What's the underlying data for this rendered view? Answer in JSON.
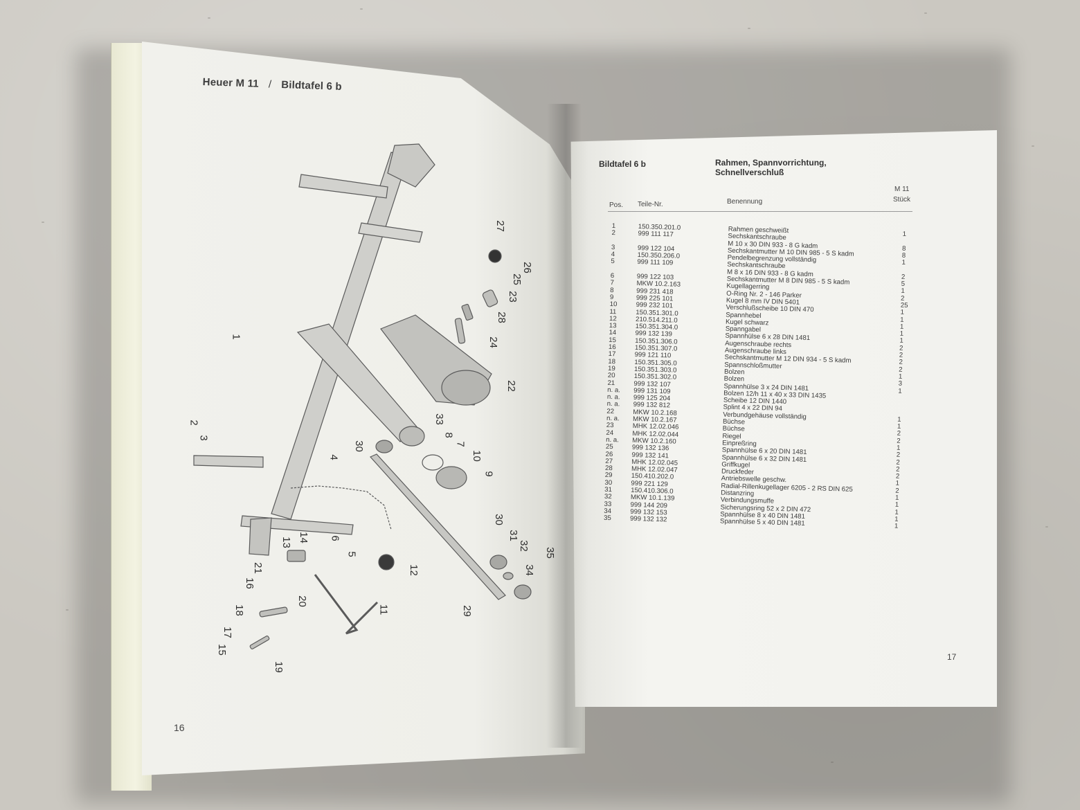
{
  "left_page": {
    "header_model": "Heuer M 11",
    "header_separator": "/",
    "header_plate": "Bildtafel 6 b",
    "page_number": "16",
    "callouts": [
      "1",
      "2",
      "3",
      "4",
      "5",
      "6",
      "7",
      "8",
      "9",
      "10",
      "11",
      "12",
      "13",
      "14",
      "15",
      "16",
      "17",
      "18",
      "19",
      "20",
      "21",
      "22",
      "23",
      "24",
      "25",
      "26",
      "27",
      "28",
      "29",
      "30",
      "30",
      "31",
      "32",
      "33",
      "34",
      "35"
    ]
  },
  "right_page": {
    "plate_label": "Bildtafel 6 b",
    "title_line1": "Rahmen, Spannvorrichtung,",
    "title_line2": "Schnellverschluß",
    "columns": {
      "pos": "Pos.",
      "part_no": "Teile-Nr.",
      "name": "Benennung",
      "model": "M 11",
      "qty": "Stück"
    },
    "page_number": "17",
    "parts": [
      {
        "pos": "1",
        "nr": "150.350.201.0",
        "name": "Rahmen geschweißt",
        "qty": "1"
      },
      {
        "pos": "2",
        "nr": "999 111 117",
        "name": "Sechskantschraube",
        "qty": ""
      },
      {
        "pos": "",
        "nr": "",
        "name": "M 10 x 30 DIN 933 - 8 G kadm",
        "qty": "8"
      },
      {
        "pos": "3",
        "nr": "999 122 104",
        "name": "Sechskantmutter M 10 DIN 985 - 5 S kadm",
        "qty": "8"
      },
      {
        "pos": "4",
        "nr": "150.350.206.0",
        "name": "Pendelbegrenzung vollständig",
        "qty": "1"
      },
      {
        "pos": "5",
        "nr": "999 111 109",
        "name": "Sechskantschraube",
        "qty": ""
      },
      {
        "pos": "",
        "nr": "",
        "name": "M 8 x 16 DIN 933 - 8 G kadm",
        "qty": "2"
      },
      {
        "pos": "6",
        "nr": "999 122 103",
        "name": "Sechskantmutter M 8 DIN 985 - 5 S kadm",
        "qty": "5"
      },
      {
        "pos": "7",
        "nr": "MKW 10.2.163",
        "name": "Kugellagerring",
        "qty": "1"
      },
      {
        "pos": "8",
        "nr": "999 231 418",
        "name": "O-Ring Nr. 2 - 146 Parker",
        "qty": "2"
      },
      {
        "pos": "9",
        "nr": "999 225 101",
        "name": "Kugel 8 mm IV DIN 5401",
        "qty": "25"
      },
      {
        "pos": "10",
        "nr": "999 232 101",
        "name": "Verschlußscheibe 10 DIN 470",
        "qty": "1"
      },
      {
        "pos": "11",
        "nr": "150.351.301.0",
        "name": "Spannhebel",
        "qty": "1"
      },
      {
        "pos": "12",
        "nr": "210.514.211.0",
        "name": "Kugel schwarz",
        "qty": "1"
      },
      {
        "pos": "13",
        "nr": "150.351.304.0",
        "name": "Spanngabel",
        "qty": "1"
      },
      {
        "pos": "14",
        "nr": "999 132 139",
        "name": "Spannhülse 6 x 28 DIN 1481",
        "qty": "1"
      },
      {
        "pos": "15",
        "nr": "150.351.306.0",
        "name": "Augenschraube rechts",
        "qty": "2"
      },
      {
        "pos": "16",
        "nr": "150.351.307.0",
        "name": "Augenschraube links",
        "qty": "2"
      },
      {
        "pos": "17",
        "nr": "999 121 110",
        "name": "Sechskantmutter M 12 DIN 934 - 5 S kadm",
        "qty": "2"
      },
      {
        "pos": "18",
        "nr": "150.351.305.0",
        "name": "Spannschloßmutter",
        "qty": "2"
      },
      {
        "pos": "19",
        "nr": "150.351.303.0",
        "name": "Bolzen",
        "qty": "1"
      },
      {
        "pos": "20",
        "nr": "150.351.302.0",
        "name": "Bolzen",
        "qty": "3"
      },
      {
        "pos": "21",
        "nr": "999 132 107",
        "name": "Spannhülse 3 x 24 DIN 1481",
        "qty": "1"
      },
      {
        "pos": "n. a.",
        "nr": "999 131 109",
        "name": "Bolzen 12/h 11 x 40 x 33 DIN 1435",
        "qty": ""
      },
      {
        "pos": "n. a.",
        "nr": "999 125 204",
        "name": "Scheibe 12 DIN 1440",
        "qty": ""
      },
      {
        "pos": "n. a.",
        "nr": "999 132 812",
        "name": "Splint 4 x 22 DIN 94",
        "qty": ""
      },
      {
        "pos": "22",
        "nr": "MKW 10.2.168",
        "name": "Verbundgehäuse vollständig",
        "qty": "1"
      },
      {
        "pos": "n. a.",
        "nr": "MKW 10.2.167",
        "name": "Büchse",
        "qty": "1"
      },
      {
        "pos": "23",
        "nr": "MHK 12.02.046",
        "name": "Büchse",
        "qty": "2"
      },
      {
        "pos": "24",
        "nr": "MHK 12.02.044",
        "name": "Riegel",
        "qty": "2"
      },
      {
        "pos": "n. a.",
        "nr": "MKW 10.2.160",
        "name": "Einpreßring",
        "qty": "1"
      },
      {
        "pos": "25",
        "nr": "999 132 136",
        "name": "Spannhülse 6 x 20 DIN 1481",
        "qty": "2"
      },
      {
        "pos": "26",
        "nr": "999 132 141",
        "name": "Spannhülse 6 x 32 DIN 1481",
        "qty": "2"
      },
      {
        "pos": "27",
        "nr": "MHK 12.02.045",
        "name": "Griffkugel",
        "qty": "2"
      },
      {
        "pos": "28",
        "nr": "MHK 12.02.047",
        "name": "Druckfeder",
        "qty": "2"
      },
      {
        "pos": "29",
        "nr": "150.410.202.0",
        "name": "Antriebswelle geschw.",
        "qty": "1"
      },
      {
        "pos": "30",
        "nr": "999 221 129",
        "name": "Radial-Rillenkugellager 6205 - 2 RS DIN 625",
        "qty": "2"
      },
      {
        "pos": "31",
        "nr": "150.410.306.0",
        "name": "Distanzring",
        "qty": "1"
      },
      {
        "pos": "32",
        "nr": "MKW 10.1.139",
        "name": "Verbindungsmuffe",
        "qty": "1"
      },
      {
        "pos": "33",
        "nr": "999 144 209",
        "name": "Sicherungsring 52 x 2 DIN 472",
        "qty": "1"
      },
      {
        "pos": "34",
        "nr": "999 132 153",
        "name": "Spannhülse 8 x 40 DIN 1481",
        "qty": "1"
      },
      {
        "pos": "35",
        "nr": "999 132 132",
        "name": "Spannhülse 5 x 40 DIN 1481",
        "qty": "1"
      }
    ]
  }
}
